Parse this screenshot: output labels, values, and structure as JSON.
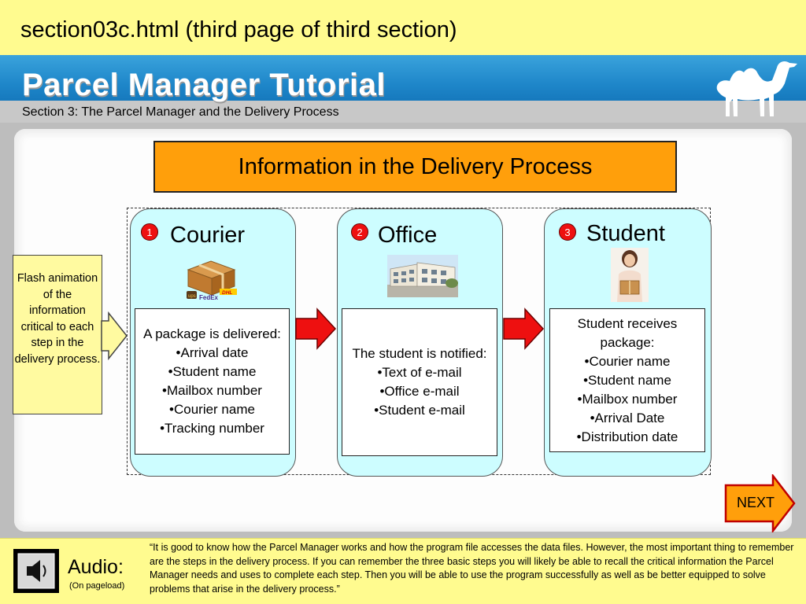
{
  "page": {
    "top_title": "section03c.html (third page of third section)"
  },
  "banner": {
    "title": "Parcel Manager Tutorial",
    "subtitle": "Section 3: The Parcel Manager and the Delivery Process"
  },
  "heading": "Information in the Delivery Process",
  "columns": [
    {
      "number": "1",
      "title": "Courier",
      "icon": "package-icon",
      "lines": [
        "A package is delivered:",
        "•Arrival date",
        "•Student name",
        "•Mailbox number",
        "•Courier name",
        "•Tracking number"
      ]
    },
    {
      "number": "2",
      "title": "Office",
      "icon": "office-building-icon",
      "lines": [
        "The student is notified:",
        "•Text of e-mail",
        "•Office e-mail",
        "•Student e-mail"
      ]
    },
    {
      "number": "3",
      "title": "Student",
      "icon": "student-photo-icon",
      "lines": [
        "Student receives package:",
        "•Courier name",
        "•Student name",
        "•Mailbox number",
        "•Arrival Date",
        "•Distribution date"
      ]
    }
  ],
  "courier_logos": {
    "ups": "ups",
    "fedex": "FedEx",
    "dhl": "DHL"
  },
  "flash_note": "Flash animation of the information critical to each step in the delivery process.",
  "next_label": "NEXT",
  "audio": {
    "label": "Audio:",
    "sub": "(On pageload)"
  },
  "quote": "“It is good to know how the Parcel Manager works and how the program file accesses the data files. However, the most important thing to remember are the steps in the delivery process. If you can remember the three basic steps you will likely be able to recall the critical information the Parcel Manager needs and uses to complete each step. Then you will be able to use the program successfully as well as be better equipped to solve problems that arise in the delivery process.”",
  "colors": {
    "banner": "#1e86c9",
    "heading_fill": "#ff9f0b",
    "column_fill": "#cdfdff",
    "arrow_red": "#ee1010",
    "page_bg": "#fffb8f"
  }
}
